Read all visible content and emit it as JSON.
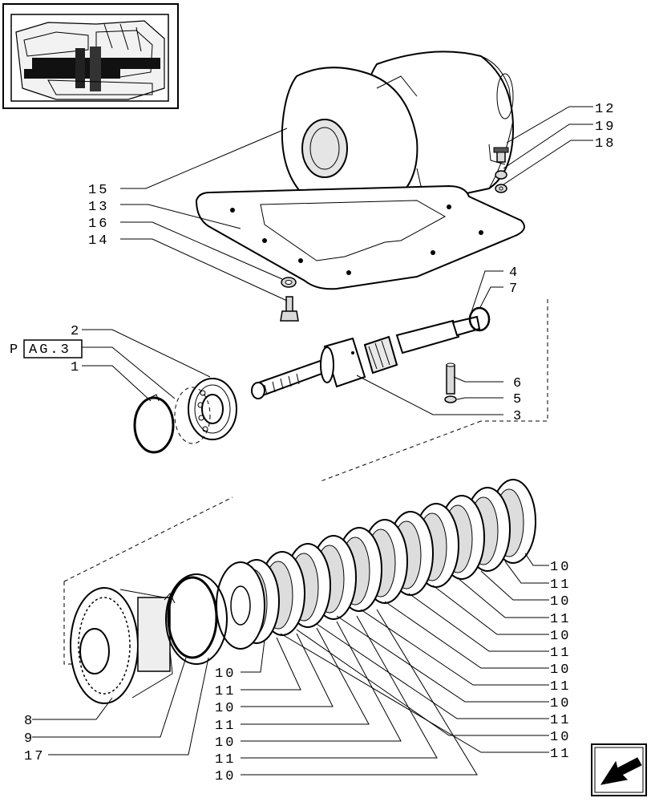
{
  "page_ref": {
    "prefix": "P",
    "box": "AG.3"
  },
  "callouts": {
    "c12": "12",
    "c19": "19",
    "c18": "18",
    "c15": "15",
    "c13": "13",
    "c16": "16",
    "c14": "14",
    "c4": "4",
    "c7": "7",
    "c2": "2",
    "c1": "1",
    "c6": "6",
    "c5": "5",
    "c3": "3",
    "c8": "8",
    "c9": "9",
    "c17": "17",
    "right_stack": [
      "10",
      "11",
      "10",
      "11",
      "10",
      "11",
      "10",
      "11",
      "10",
      "11",
      "10",
      "11"
    ],
    "bottom_stack": [
      "10",
      "11",
      "10",
      "11",
      "10",
      "11",
      "10"
    ]
  },
  "nav": {
    "icon": "arrow-back-icon"
  }
}
